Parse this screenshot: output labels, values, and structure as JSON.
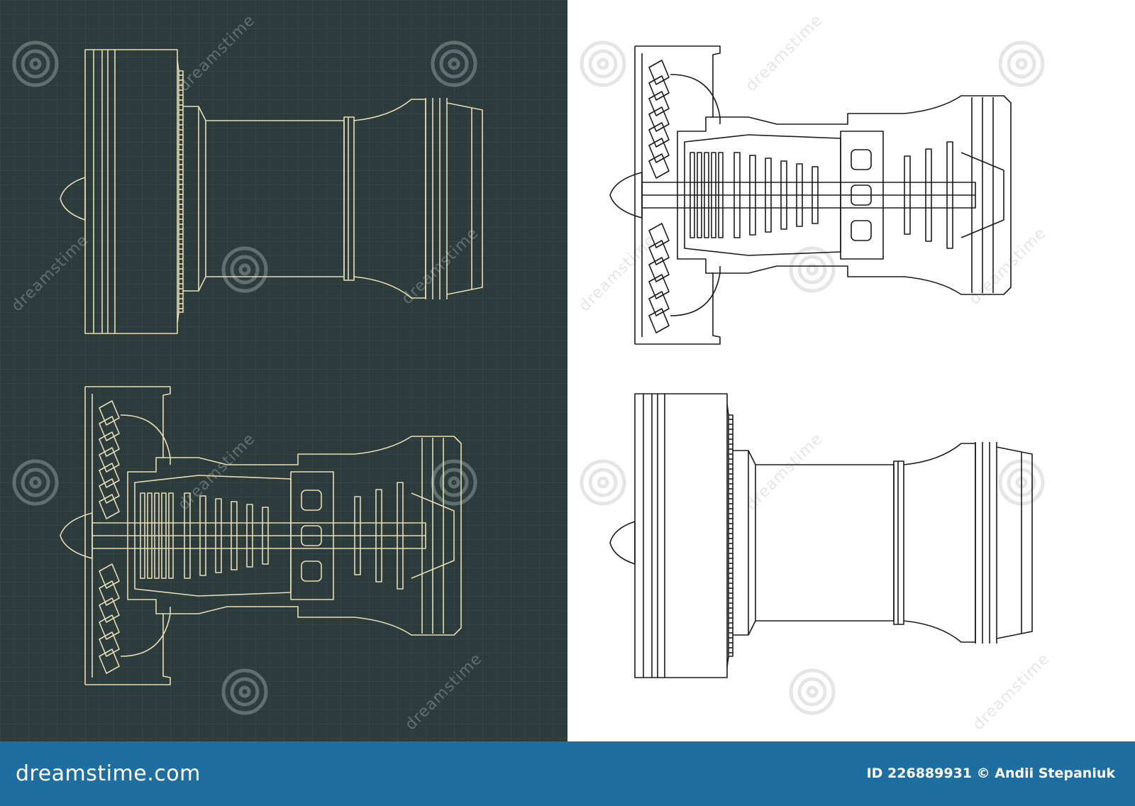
{
  "colors": {
    "dark_background": "#2c3b3b",
    "cream_line": "#e8dcb5",
    "black_line": "#1a1a1a",
    "footer_bar": "#1e6fa0",
    "watermark_dark": "#8c9a99",
    "watermark_light": "#e3e3e3"
  },
  "views": [
    {
      "panel": "dark",
      "position": "top",
      "kind": "exterior"
    },
    {
      "panel": "dark",
      "position": "bottom",
      "kind": "cutaway"
    },
    {
      "panel": "light",
      "position": "top",
      "kind": "cutaway"
    },
    {
      "panel": "light",
      "position": "bottom",
      "kind": "exterior"
    }
  ],
  "watermark": {
    "text": "dreamstime",
    "icon": "spiral-logo-icon"
  },
  "footer": {
    "logo_text": "dreamstime.com",
    "credit": "ID 226889931 © Andii Stepaniuk"
  }
}
